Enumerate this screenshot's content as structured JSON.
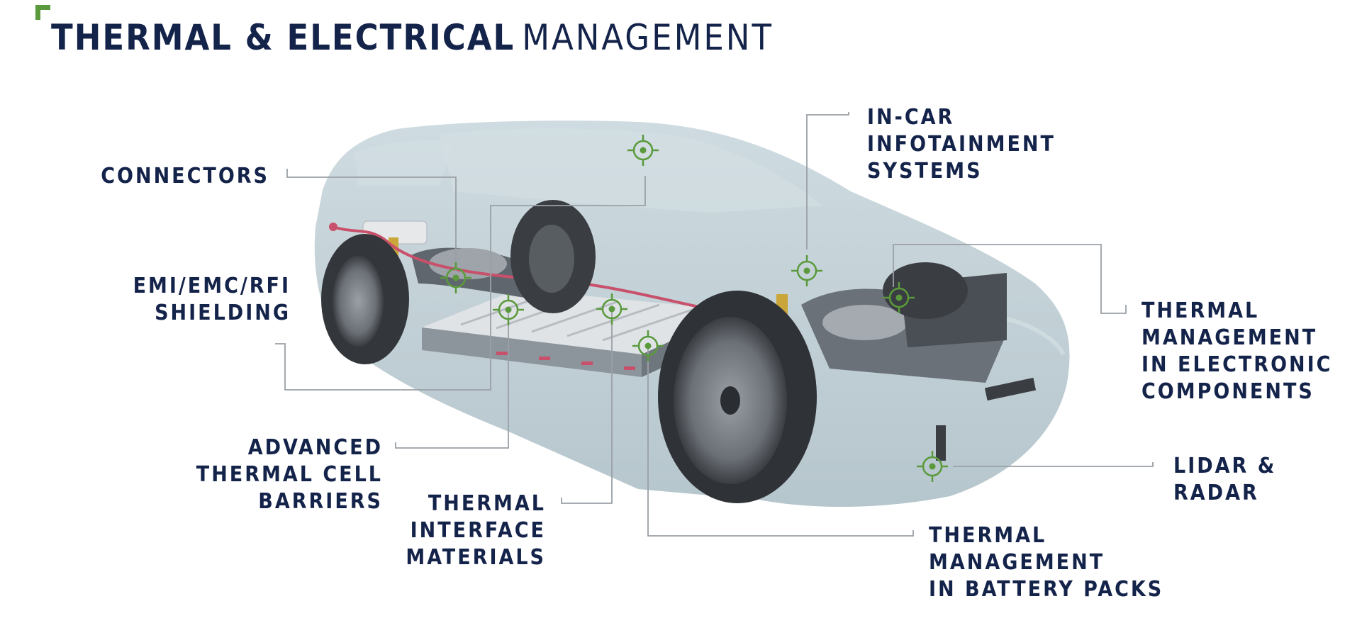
{
  "header": {
    "title_bold": "THERMAL & ELECTRICAL",
    "title_light": "MANAGEMENT"
  },
  "colors": {
    "navy": "#14234a",
    "accent_green": "#5a9a3c",
    "leader_gray": "#9aa0a6",
    "car_body": "#b7c9d0",
    "cable_red": "#c8506a"
  },
  "icons": {
    "hotspot": "crosshair-target-icon"
  },
  "labels": {
    "connectors": "CONNECTORS",
    "emi": "EMI/EMC/RFI\nSHIELDING",
    "barriers": "ADVANCED\nTHERMAL CELL\nBARRIERS",
    "interface": "THERMAL\nINTERFACE\nMATERIALS",
    "battery": "THERMAL\nMANAGEMENT\nIN BATTERY PACKS",
    "infotainment": "IN-CAR\nINFOTAINMENT\nSYSTEMS",
    "electronics": "THERMAL\nMANAGEMENT\nIN ELECTRONIC\nCOMPONENTS",
    "lidar": "LIDAR &\nRADAR"
  }
}
